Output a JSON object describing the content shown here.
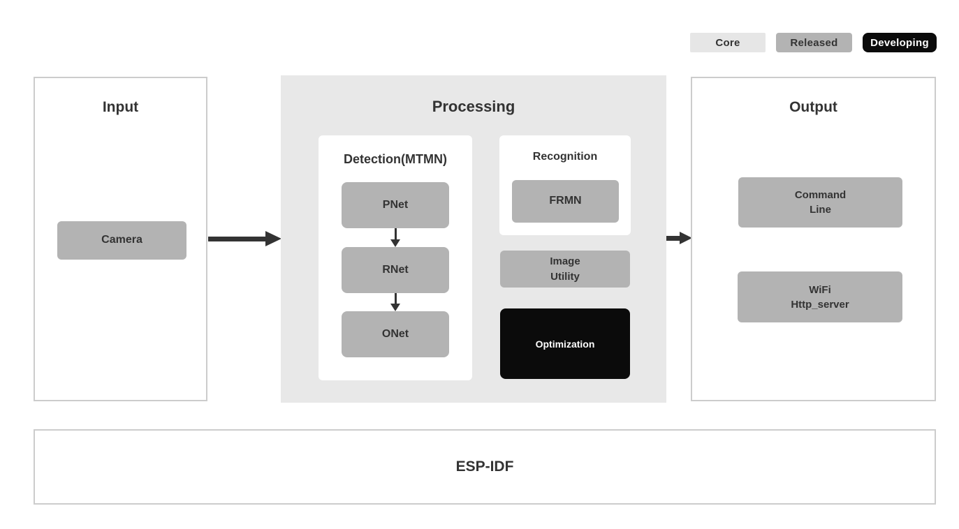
{
  "legend": {
    "items": [
      {
        "id": "core",
        "label": "Core",
        "bg": "#e6e6e6",
        "fg": "#333333"
      },
      {
        "id": "released",
        "label": "Released",
        "bg": "#b3b3b3",
        "fg": "#333333"
      },
      {
        "id": "developing",
        "label": "Developing",
        "bg": "#0b0b0b",
        "fg": "#ffffff"
      }
    ]
  },
  "input": {
    "title": "Input",
    "camera": "Camera"
  },
  "processing": {
    "title": "Processing",
    "detection": {
      "title": "Detection(MTMN)",
      "nodes": [
        "PNet",
        "RNet",
        "ONet"
      ]
    },
    "recognition": {
      "title": "Recognition",
      "node": "FRMN"
    },
    "image_utility": "Image\nUtility",
    "optimization": "Optimization"
  },
  "output": {
    "title": "Output",
    "command_line": "Command\nLine",
    "wifi": "WiFi\nHttp_server"
  },
  "foundation": "ESP-IDF",
  "colors": {
    "page-bg": "#ffffff",
    "panel-bg": "#e8e8e8",
    "box-gray": "#b3b3b3",
    "box-black": "#0b0b0b",
    "border": "#cccccc",
    "text": "#333333",
    "arrow": "#333333"
  }
}
